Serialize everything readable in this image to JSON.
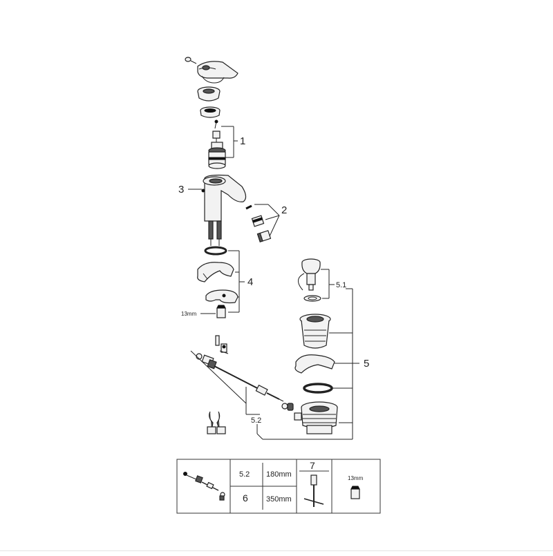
{
  "callouts": {
    "c1": "1",
    "c2": "2",
    "c3": "3",
    "c4": "4",
    "c5": "5",
    "c51": "5.1",
    "c52": "5.2"
  },
  "wrench_labels": {
    "left": "13mm"
  },
  "table": {
    "row1_ref": "5.2",
    "row1_len": "180mm",
    "row2_ref": "6",
    "row2_len": "350mm",
    "tool_ref": "7",
    "wrench": "13mm"
  }
}
